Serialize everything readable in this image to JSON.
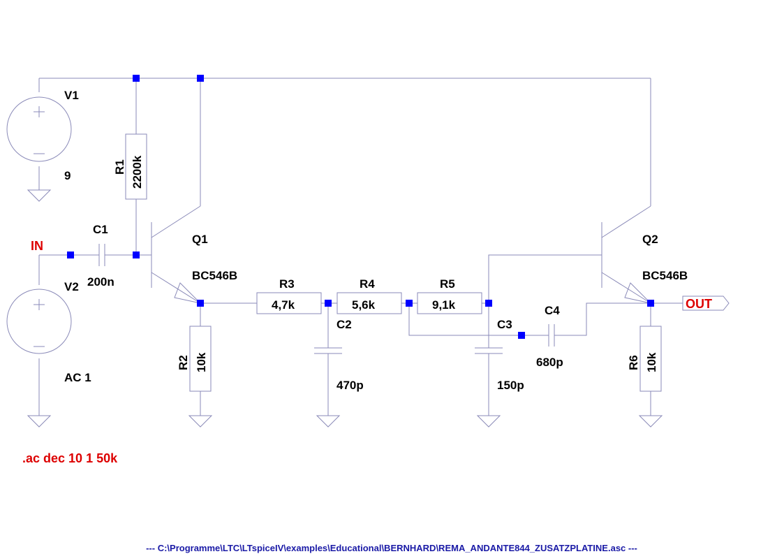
{
  "components": {
    "V1": {
      "name": "V1",
      "value": "9"
    },
    "V2": {
      "name": "V2",
      "value": "AC 1"
    },
    "R1": {
      "name": "R1",
      "value": "2200k"
    },
    "R2": {
      "name": "R2",
      "value": "10k"
    },
    "R3": {
      "name": "R3",
      "value": "4,7k"
    },
    "R4": {
      "name": "R4",
      "value": "5,6k"
    },
    "R5": {
      "name": "R5",
      "value": "9,1k"
    },
    "R6": {
      "name": "R6",
      "value": "10k"
    },
    "C1": {
      "name": "C1",
      "value": "200n"
    },
    "C2": {
      "name": "C2",
      "value": "470p"
    },
    "C3": {
      "name": "C3",
      "value": "150p"
    },
    "C4": {
      "name": "C4",
      "value": "680p"
    },
    "Q1": {
      "name": "Q1",
      "model": "BC546B"
    },
    "Q2": {
      "name": "Q2",
      "model": "BC546B"
    }
  },
  "net_labels": {
    "input": "IN",
    "output": "OUT"
  },
  "directive": ".ac dec 10 1 50k",
  "footer": "---  C:\\Programme\\LTC\\LTspiceIV\\examples\\Educational\\BERNHARD\\REMA_ANDANTE844_ZUSATZPLATINE.asc  ---",
  "colors": {
    "wire": "#8a8ab8",
    "node": "#0000ff",
    "label": "#000000",
    "net_label": "#dd0000",
    "footer": "#1a1aa6"
  }
}
